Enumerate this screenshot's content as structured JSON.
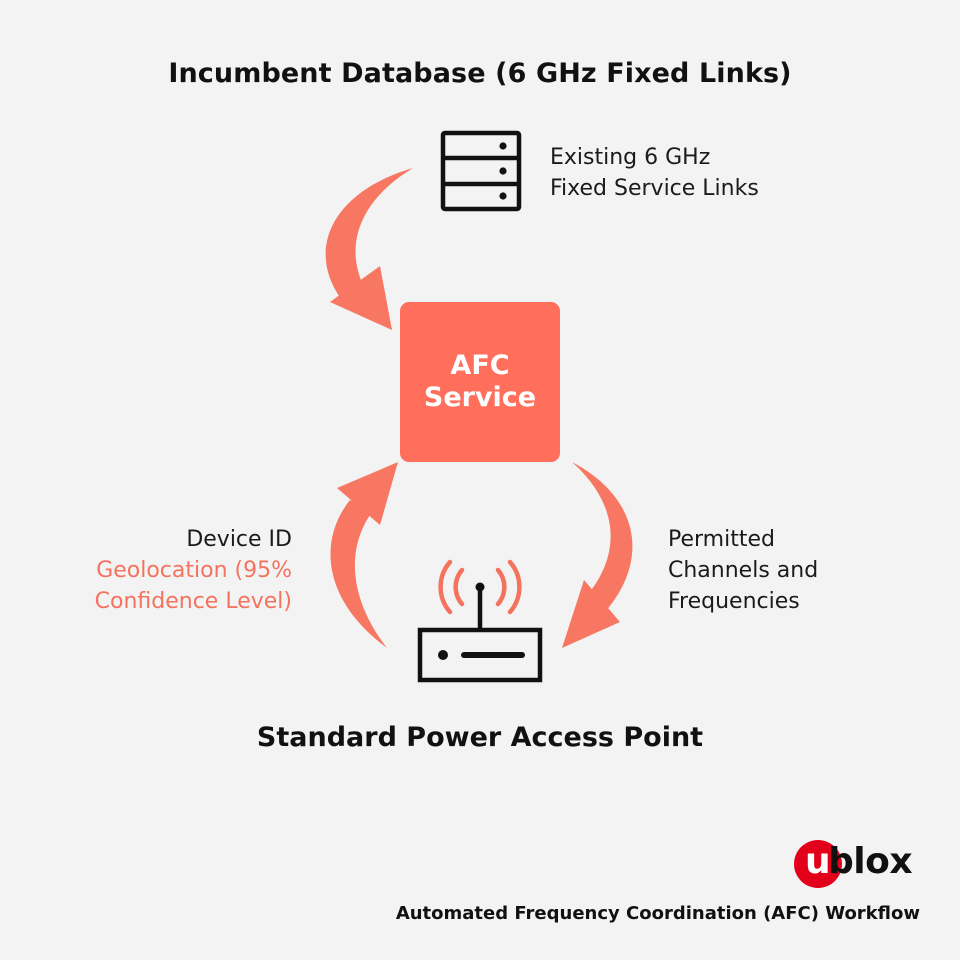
{
  "diagram": {
    "title_top": "Incumbent Database (6 GHz Fixed Links)",
    "title_bottom": "Standard Power Access Point",
    "database": {
      "icon": "server-icon",
      "label_line1": "Existing 6 GHz",
      "label_line2": "Fixed Service Links"
    },
    "afc_box": {
      "line1": "AFC",
      "line2": "Service",
      "color": "#ff6f5c"
    },
    "device_request": {
      "line1": "Device ID",
      "line2": "Geolocation (95%",
      "line3": "Confidence Level)",
      "highlight_color": "#f3735f"
    },
    "response": {
      "line1": "Permitted",
      "line2": "Channels and",
      "line3": "Frequencies"
    },
    "access_point": {
      "icon": "router-icon"
    },
    "arrows": {
      "color": "#f77763",
      "items": [
        "database-to-afc",
        "access-point-to-afc",
        "afc-to-access-point"
      ]
    }
  },
  "footer": {
    "logo_u": "u",
    "logo_rest": "blox",
    "caption": "Automated Frequency Coordination (AFC) Workflow",
    "logo_color": "#e3001b"
  }
}
